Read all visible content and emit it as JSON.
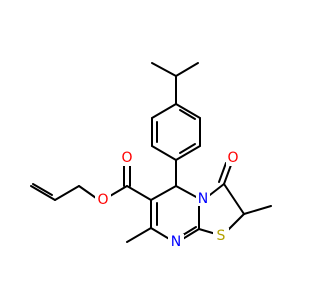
{
  "atoms": {
    "oxygen_carbonyl_ester": {
      "symbol": "O",
      "color": "#ff0000"
    },
    "oxygen_ester": {
      "symbol": "O",
      "color": "#ff0000"
    },
    "oxygen_ketone": {
      "symbol": "O",
      "color": "#ff0000"
    },
    "nitrogen_ring": {
      "symbol": "N",
      "color": "#0000ff"
    },
    "nitrogen_imine": {
      "symbol": "N",
      "color": "#0000ff"
    },
    "sulfur": {
      "symbol": "S",
      "color": "#b3a100"
    }
  },
  "colors": {
    "bond": "#000000",
    "background": "#ffffff"
  }
}
